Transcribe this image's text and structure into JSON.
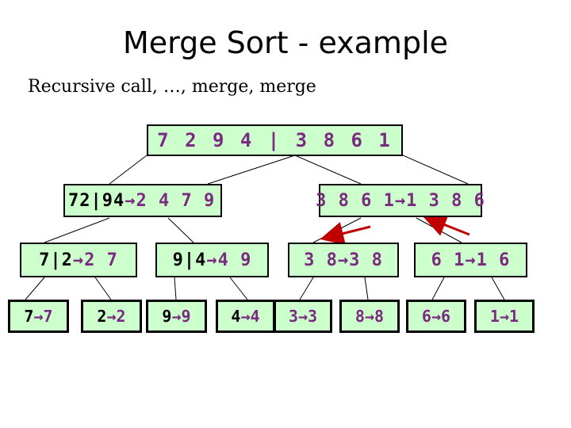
{
  "slide": {
    "title": "Merge Sort - example",
    "subtitle": "Recursive call, …, merge, merge"
  },
  "tree": {
    "root": {
      "input": "7 2 9 4 | 3 8 6 1"
    },
    "left": {
      "input": "72|94 ",
      "arrow": "→",
      "output": " 2 4 7 9"
    },
    "right": {
      "input": "3 8 6 1",
      "arrow": "→",
      "output": "1 3 8 6"
    },
    "level2": [
      {
        "input": "7|2 ",
        "arrow": "→",
        "output": " 2 7"
      },
      {
        "input": "9|4 ",
        "arrow": "→",
        "output": " 4 9"
      },
      {
        "input": "3 8 ",
        "arrow": "→",
        "output": " 3 8"
      },
      {
        "input": "6 1 ",
        "arrow": "→",
        "output": " 1 6"
      }
    ],
    "leaves": [
      {
        "input": "7",
        "arrow": "→",
        "output": "7"
      },
      {
        "input": "2",
        "arrow": "→",
        "output": "2"
      },
      {
        "input": "9",
        "arrow": "→",
        "output": "9"
      },
      {
        "input": "4",
        "arrow": "→",
        "output": "4"
      },
      {
        "input": "3",
        "arrow": "→",
        "output": "3"
      },
      {
        "input": "8",
        "arrow": "→",
        "output": "8"
      },
      {
        "input": "6",
        "arrow": "→",
        "output": "6"
      },
      {
        "input": "1",
        "arrow": "→",
        "output": "1"
      }
    ]
  },
  "colors": {
    "node_fill": "#ccffcc",
    "output_text": "#7b2a82",
    "merge_arrow": "#c00000"
  }
}
